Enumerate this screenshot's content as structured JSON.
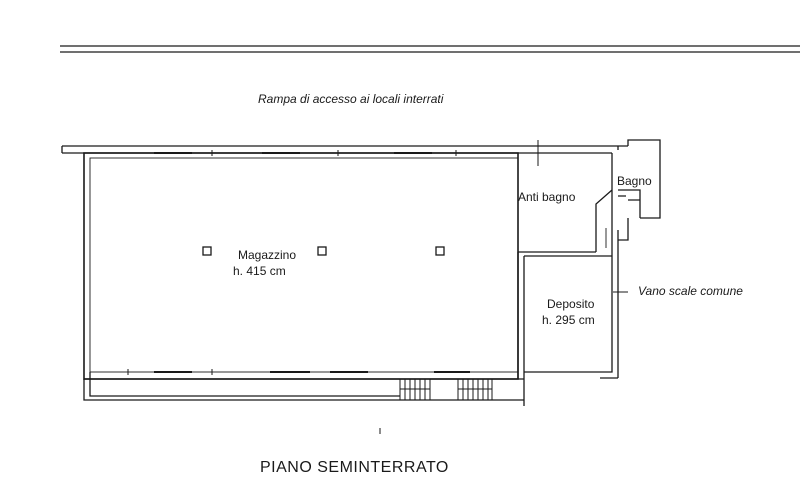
{
  "plan": {
    "ramp_label": "Rampa di accesso ai locali interrati",
    "rooms": {
      "magazzino": {
        "name": "Magazzino",
        "height": "h. 415 cm"
      },
      "anti_bagno": {
        "name": "Anti bagno"
      },
      "bagno": {
        "name": "Bagno"
      },
      "deposito": {
        "name": "Deposito",
        "height": "h. 295 cm"
      }
    },
    "stair_label": "Vano scale comune",
    "floor_title": "PIANO SEMINTERRATO"
  },
  "colors": {
    "ink": "#1a1a1a",
    "paper": "#ffffff"
  }
}
